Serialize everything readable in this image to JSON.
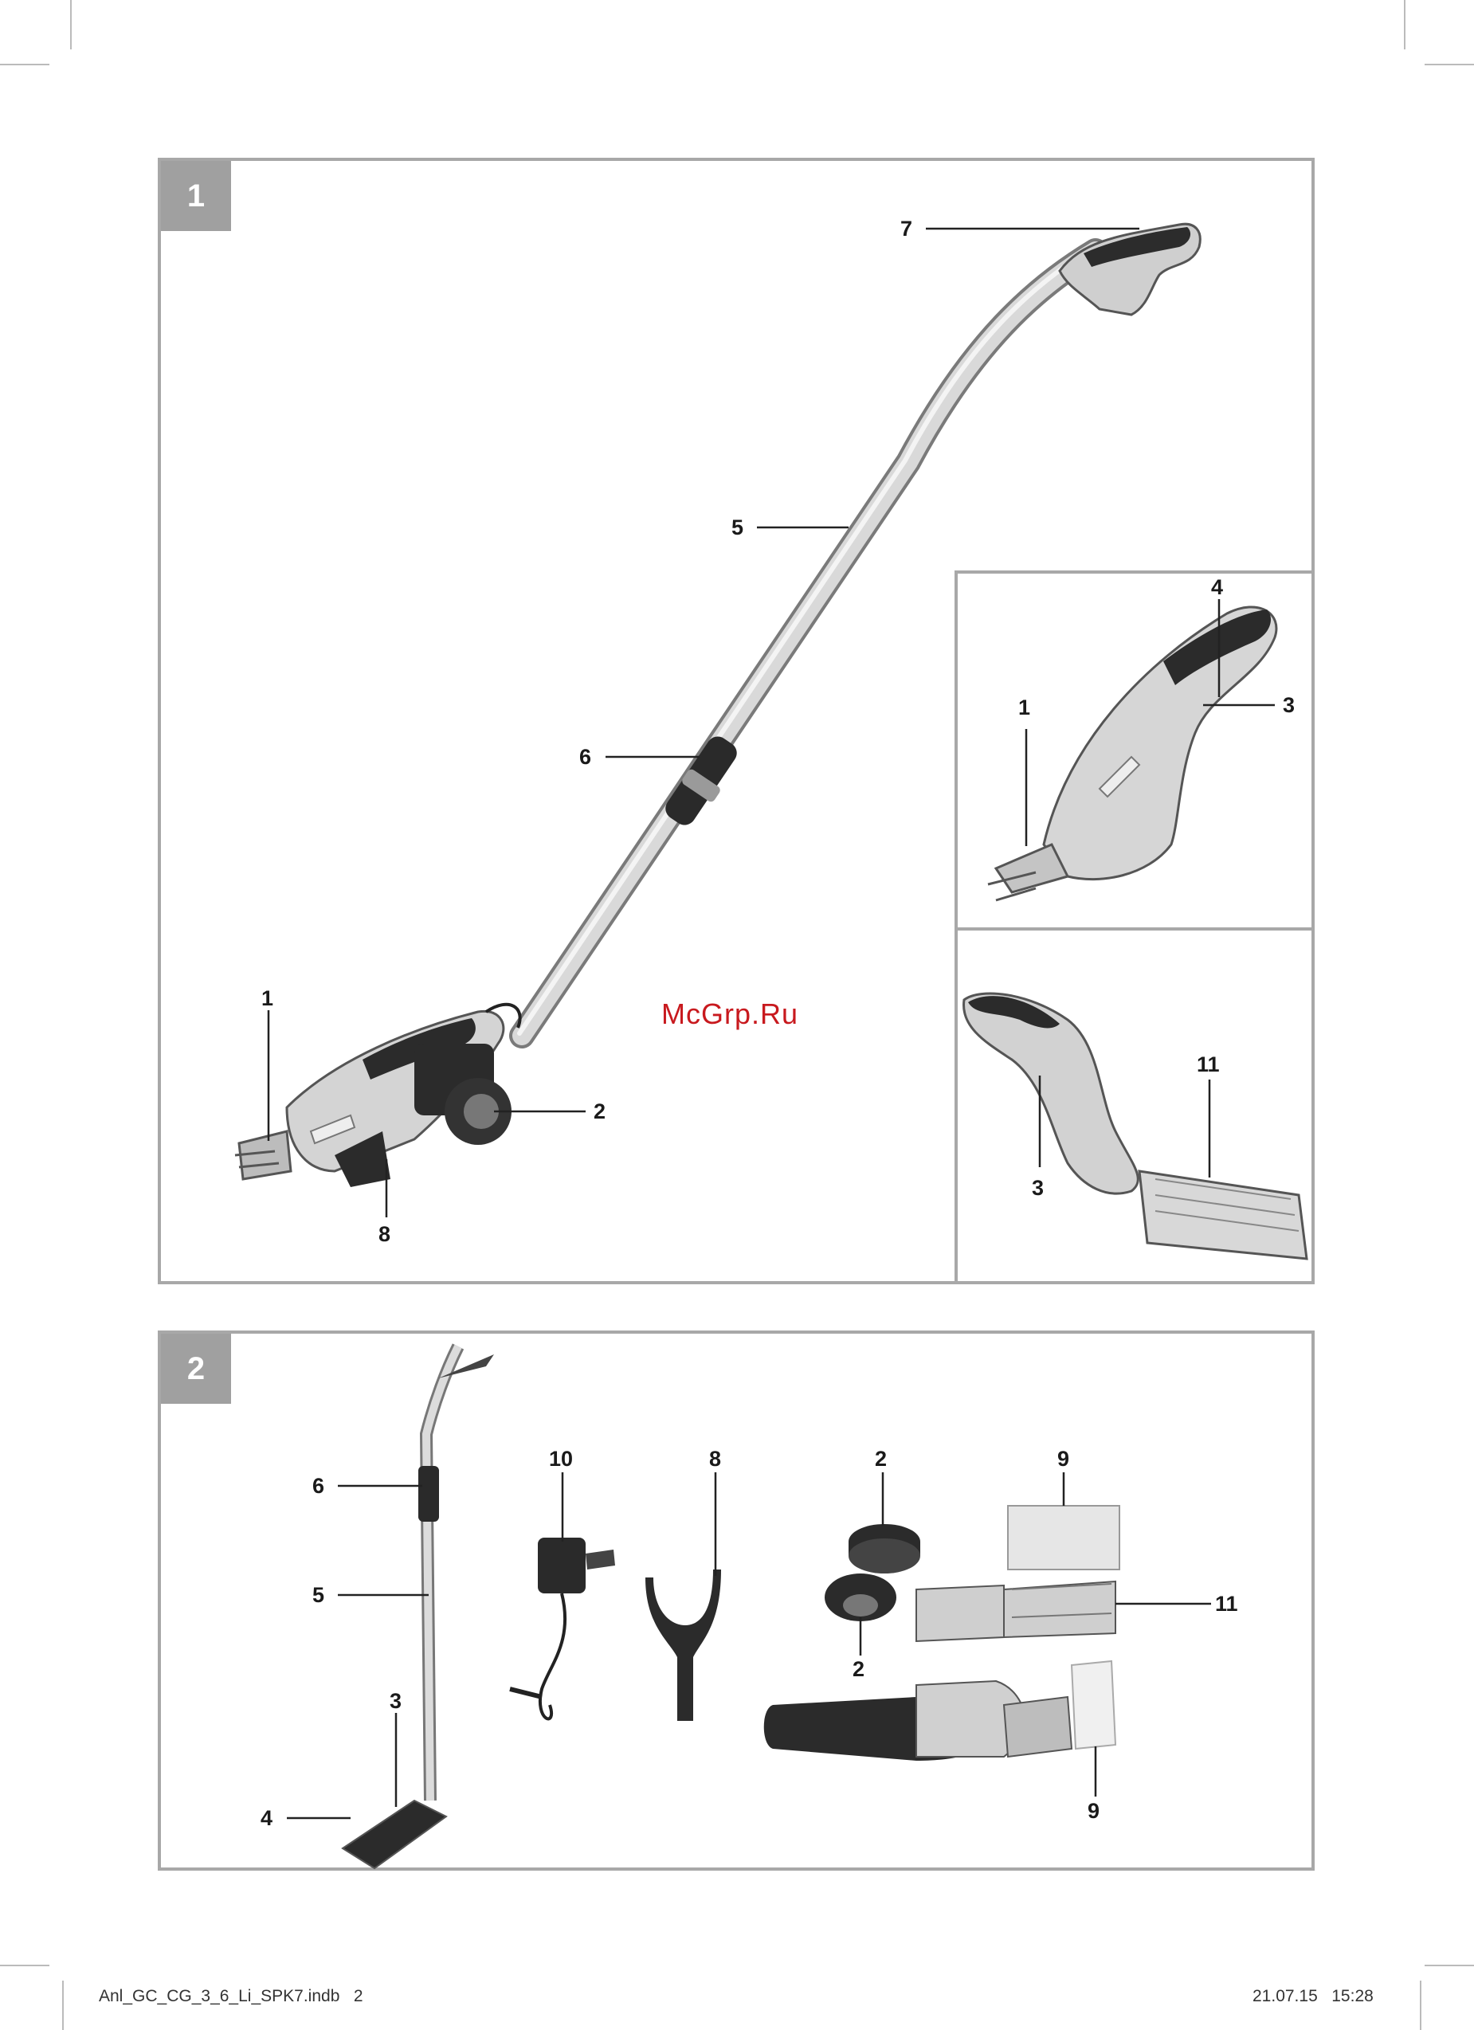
{
  "figure1": {
    "badge": "1",
    "main_labels": {
      "l7": "7",
      "l5": "5",
      "l6": "6",
      "l1": "1",
      "l2": "2",
      "l8": "8"
    },
    "inset_top": {
      "l4": "4",
      "l3": "3",
      "l1": "1"
    },
    "inset_bottom": {
      "l11": "11",
      "l3": "3"
    }
  },
  "watermark": "McGrp.Ru",
  "figure2": {
    "badge": "2",
    "labels": {
      "l6": "6",
      "l5": "5",
      "l3": "3",
      "l4": "4",
      "l10": "10",
      "l8": "8",
      "l2a": "2",
      "l2b": "2",
      "l9a": "9",
      "l11": "11",
      "l9b": "9"
    }
  },
  "footer": {
    "filename": "Anl_GC_CG_3_6_Li_SPK7.indb   2",
    "datetime": "21.07.15   15:28"
  },
  "colors": {
    "frame": "#a8a8a8",
    "badge": "#a0a0a0",
    "watermark": "#c8191e"
  }
}
